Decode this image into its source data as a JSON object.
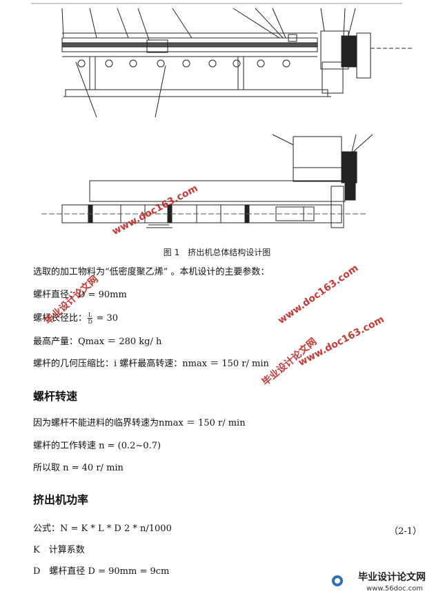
{
  "figure": {
    "caption": "图 1　挤出机总体结构设计图"
  },
  "body": {
    "intro": "选取的加工物料为“低密度聚乙烯” 。本机设计的主要参数：",
    "screw_diameter": "螺杆直径：D = 90mm",
    "ld_ratio_prefix": "螺杆长径比：",
    "ld_ratio_num": "L",
    "ld_ratio_den": "D",
    "ld_ratio_suffix": " = 30",
    "max_output": "最高产量：Qmax ＝ 280 kg/ h",
    "compression": "螺杆的几何压缩比：i 螺杆最高转速：nmax ＝ 150 r/ min"
  },
  "section_speed": {
    "heading": "螺杆转速",
    "critical_speed": "因为螺杆不能进料的临界转速为nmax ＝ 150 r/ min",
    "working_speed": "螺杆的工作转速 n = (0.2~0.7)",
    "chosen_speed": "所以取 n = 40 r/ min"
  },
  "section_power": {
    "heading": "挤出机功率",
    "formula": "公式：N = K * L * D 2 * n/1000",
    "equation_number": "（2-1）",
    "k_def": "K　计算系数",
    "d_def": "D　螺杆直径 D = 90mm = 9cm"
  },
  "watermarks": {
    "site_name": "毕业设计论文网",
    "site_url": "www.doc163.com"
  },
  "footer": {
    "title": "毕业设计论文网",
    "url": "www.56doc.com"
  }
}
